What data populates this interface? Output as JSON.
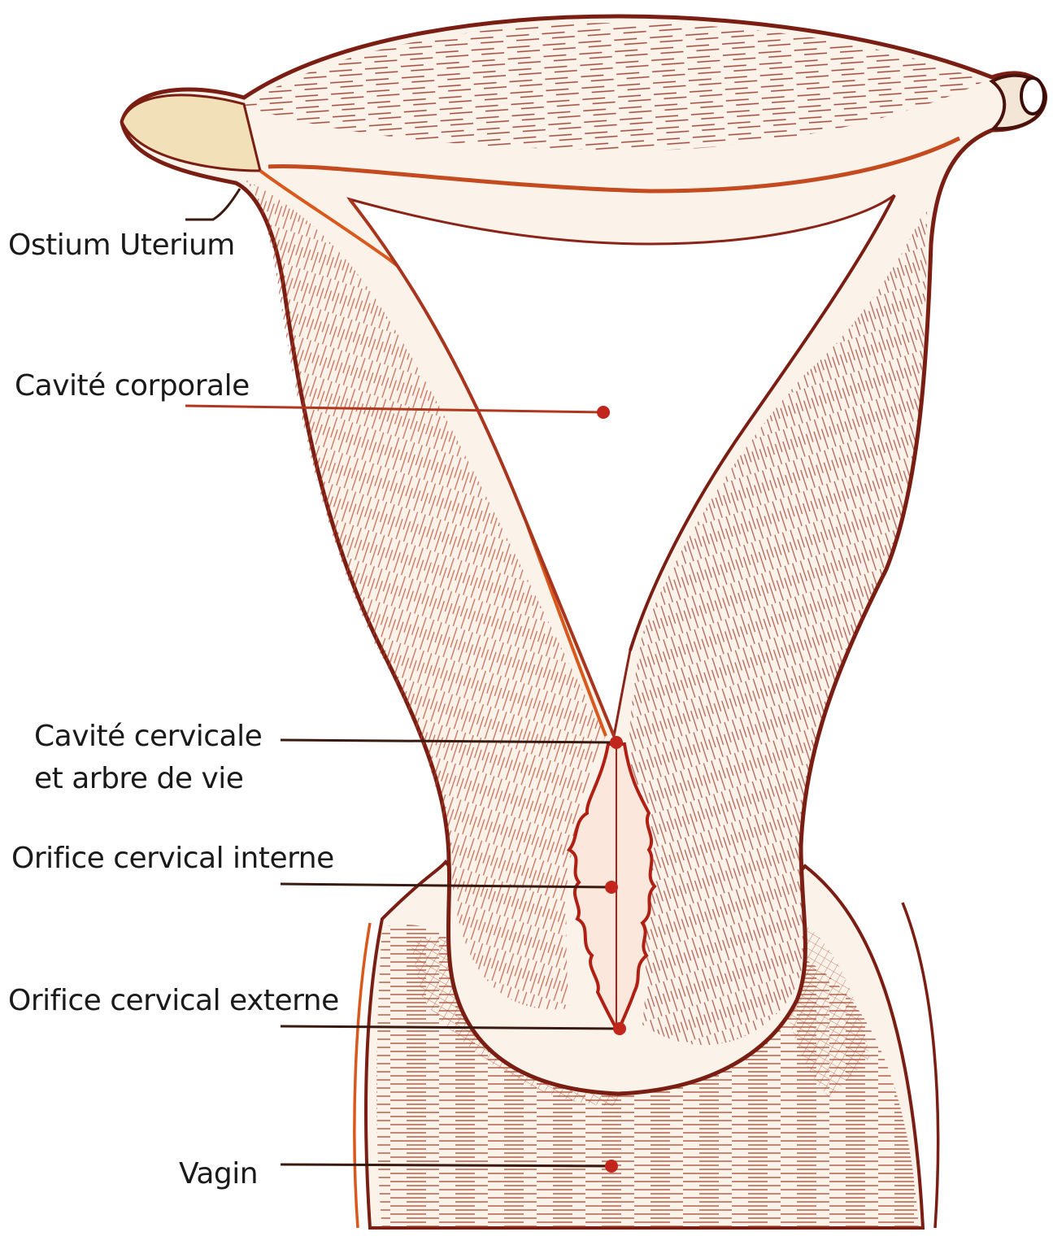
{
  "labels": {
    "ostium": "Ostium Uterium",
    "corporale": "Cavité corporale",
    "cervicale_line1": "Cavité cervicale",
    "cervicale_line2": "et arbre de vie",
    "interne": "Orifice cervical interne",
    "externe": "Orifice cervical externe",
    "vagin": "Vagin"
  },
  "colors": {
    "outline_dark": "#7a1e14",
    "outline_orange": "#d9591c",
    "hatch_red": "#a8361f",
    "hatch_light": "#e6c9a8",
    "leader_line": "#3a1a10",
    "pointer_dot": "#c2251b",
    "tissue_fill": "#fbf3ea"
  }
}
